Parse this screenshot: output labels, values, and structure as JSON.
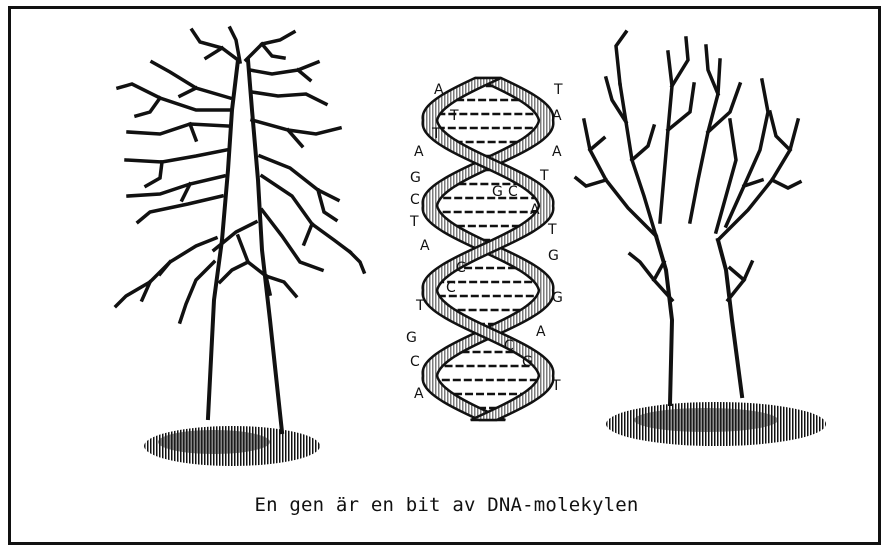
{
  "caption": "En gen är en bit av DNA-molekylen",
  "colors": {
    "ink": "#111111",
    "background": "#ffffff"
  },
  "helix": {
    "left_bases": [
      "A",
      "T",
      "T",
      "A",
      "G",
      "C",
      "T",
      "A",
      "C",
      "C",
      "T",
      "G",
      "C",
      "A"
    ],
    "right_bases": [
      "T",
      "A",
      "A",
      "T",
      "G",
      "C",
      "A",
      "T",
      "G",
      "G",
      "A",
      "C",
      "G",
      "T"
    ]
  }
}
